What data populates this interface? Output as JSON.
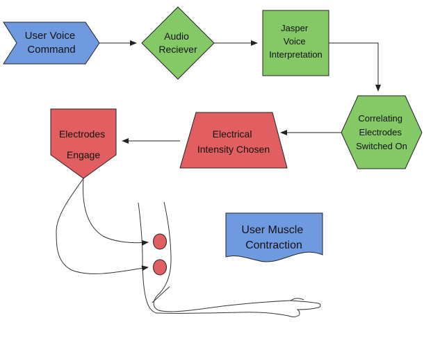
{
  "nodes": {
    "user_voice_command": {
      "lines": [
        "User Voice",
        "Command"
      ],
      "fill": "#6f9ae0"
    },
    "audio_receiver": {
      "lines": [
        "Audio",
        "Reciever"
      ],
      "fill": "#84c965"
    },
    "jasper_voice_interpretation": {
      "lines": [
        "Jasper",
        "Voice",
        "Interpretation"
      ],
      "fill": "#84c965"
    },
    "correlating_electrodes": {
      "lines": [
        "Correlating",
        "Electrodes",
        "Switched On"
      ],
      "fill": "#84c965"
    },
    "electrical_intensity": {
      "lines": [
        "Electrical",
        "Intensity Chosen"
      ],
      "fill": "#e15f60"
    },
    "electrodes_engage": {
      "lines": [
        "Electrodes",
        "Engage"
      ],
      "fill": "#e15f60"
    },
    "user_muscle_contraction": {
      "lines": [
        "User Muscle",
        "Contraction"
      ],
      "fill": "#6f9ae0"
    }
  },
  "illustration": {
    "electrode_fill": "#e15f60",
    "line_color": "#333333"
  }
}
